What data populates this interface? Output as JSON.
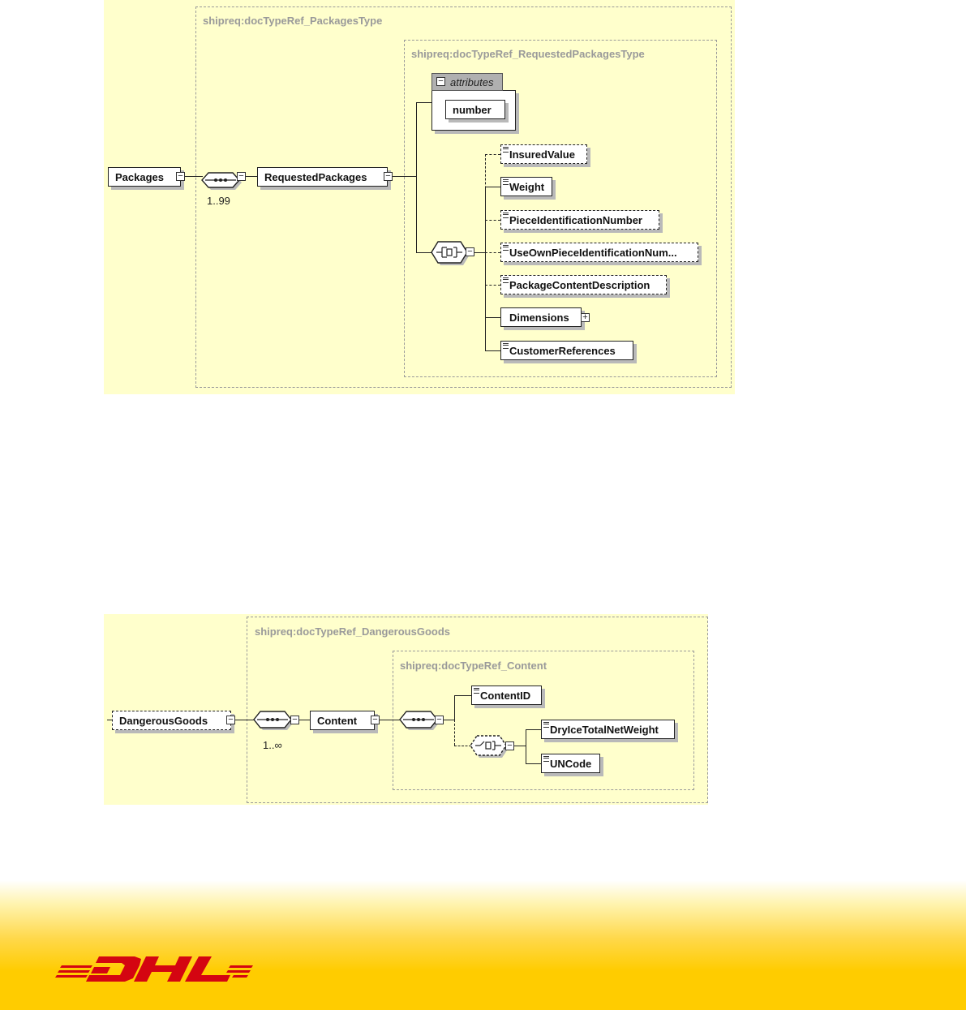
{
  "diagram1": {
    "outer_type": "shipreq:docTypeRef_PackagesType",
    "inner_type": "shipreq:docTypeRef_RequestedPackagesType",
    "root": "Packages",
    "occurrence": "1..99",
    "child": "RequestedPackages",
    "attributes_label": "attributes",
    "attribute": "number",
    "elements": [
      "InsuredValue",
      "Weight",
      "PieceIdentificationNumber",
      "UseOwnPieceIdentificationNum...",
      "PackageContentDescription",
      "Dimensions",
      "CustomerReferences"
    ]
  },
  "diagram2": {
    "outer_type": "shipreq:docTypeRef_DangerousGoods",
    "inner_type": "shipreq:docTypeRef_Content",
    "root": "DangerousGoods",
    "occurrence": "1..∞",
    "child": "Content",
    "elements": [
      "ContentID",
      "DryIceTotalNetWeight",
      "UNCode"
    ]
  },
  "colors": {
    "panel": "#ffffcc",
    "dhl_red": "#d40511",
    "dhl_yellow": "#ffcc00"
  }
}
